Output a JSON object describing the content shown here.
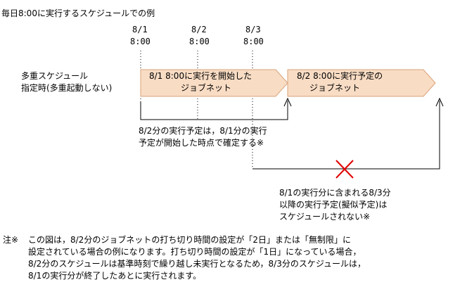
{
  "title": "毎日8:00に実行するスケジュールでの例",
  "timeline": [
    {
      "date": "8/1",
      "time": "8:00"
    },
    {
      "date": "8/2",
      "time": "8:00"
    },
    {
      "date": "8/3",
      "time": "8:00"
    }
  ],
  "row_label": [
    "多重スケジュール",
    "指定時(多重起動しない)"
  ],
  "arrow1": [
    "8/1 8:00に実行を開始した",
    "ジョブネット"
  ],
  "arrow2": [
    "8/2 8:00に実行予定の",
    "ジョブネット"
  ],
  "note_confirm": [
    "8/2分の実行予定は，8/1分の実行",
    "予定が開始した時点で確定する※"
  ],
  "note_skip": [
    "8/1の実行分に含まれる8/3分",
    "以降の実行予定(擬似予定)は",
    "スケジュールされない※"
  ],
  "footnote_mark": "注※",
  "footnote": [
    "この図は，8/2分のジョブネットの打ち切り時間の設定が「2日」または「無制限」に",
    "設定されている場合の例になります。打ち切り時間の設定が「1日」になっている場合，",
    "8/2分のスケジュールは基準時刻で繰り越し未実行となるため，8/3分のスケジュールは，",
    "8/1の実行分が終了したあとに実行されます。"
  ],
  "colors": {
    "arrow_fill": "#f8dcc4",
    "arrow_stroke": "#d9a37a",
    "cross": "#e00000"
  }
}
